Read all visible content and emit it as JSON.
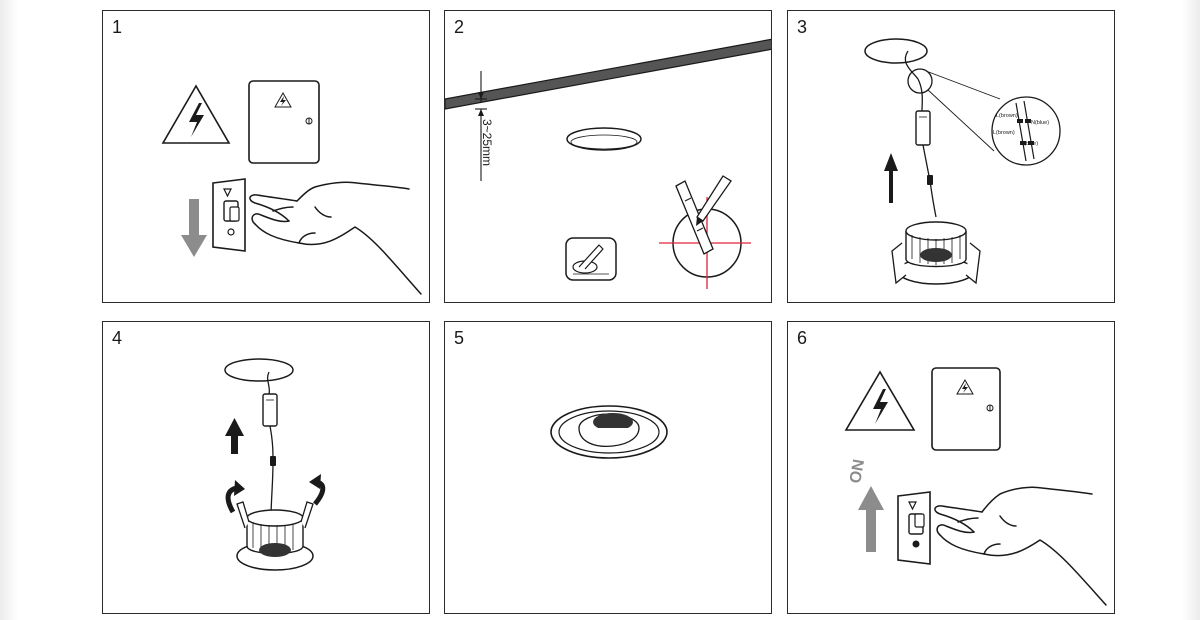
{
  "steps": [
    {
      "number": "1"
    },
    {
      "number": "2",
      "cutout_depth_label": "3~25mm"
    },
    {
      "number": "3",
      "wire_labels": [
        "L(brown)",
        "N(blue)",
        "L(brown)",
        "N(blue)"
      ]
    },
    {
      "number": "4"
    },
    {
      "number": "5"
    },
    {
      "number": "6",
      "switch_label": "ON"
    }
  ],
  "colors": {
    "line": "#1a1a1a",
    "arrow_gray": "#8c8c8c",
    "crosshair_red": "#e0243a",
    "ceiling_dark": "#555555"
  },
  "icons": [
    "high-voltage-warning-icon",
    "electrical-panel-icon",
    "wall-switch-icon",
    "hand-icon",
    "arrow-down-icon",
    "arrow-up-icon",
    "saw-tool-icon",
    "downlight-icon"
  ]
}
